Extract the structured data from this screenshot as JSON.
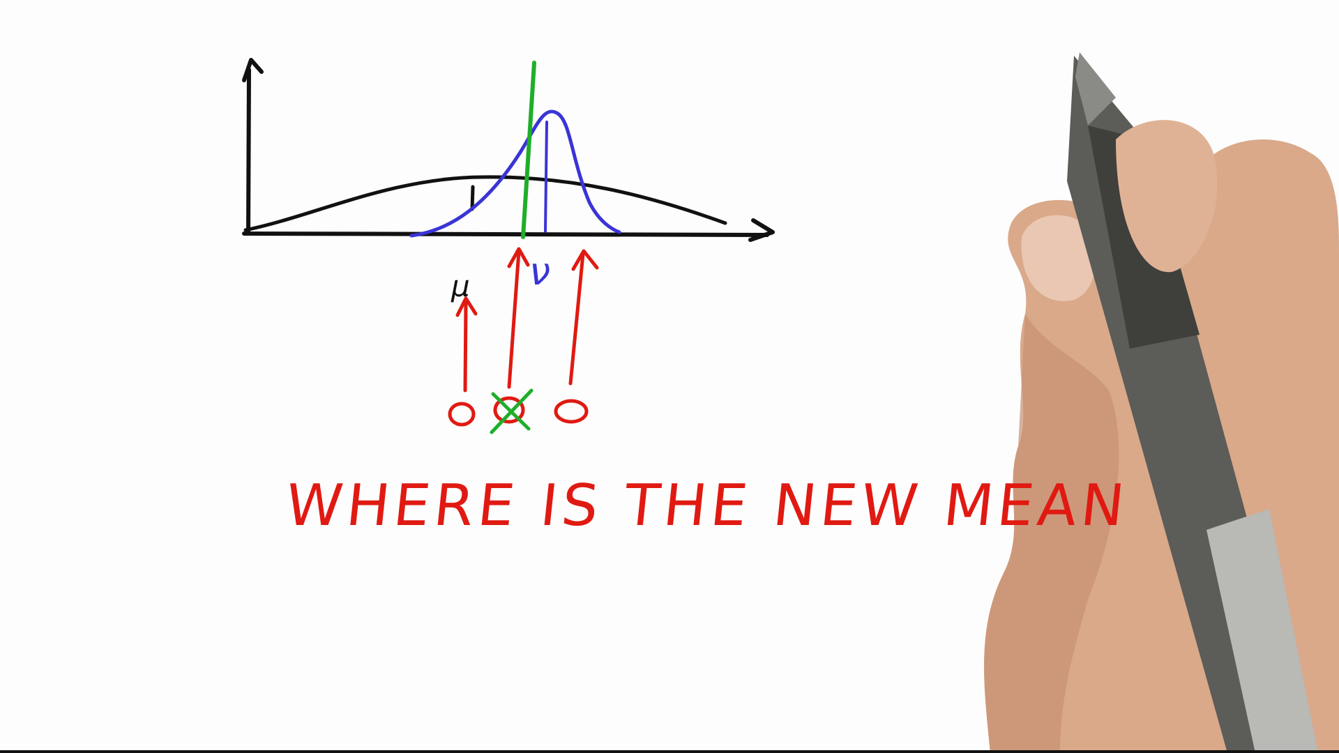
{
  "whiteboard": {
    "question": "WHERE IS THE NEW MEAN",
    "labels": {
      "mu": "μ",
      "nu": "ν"
    },
    "colors": {
      "axes": "#111111",
      "prior": "#111111",
      "posterior": "#3a34d6",
      "measurement": "#1fae2a",
      "arrows": "#e01a12",
      "text": "#e01a12"
    }
  },
  "icons": {
    "hand": "hand-holding-marker-icon"
  }
}
